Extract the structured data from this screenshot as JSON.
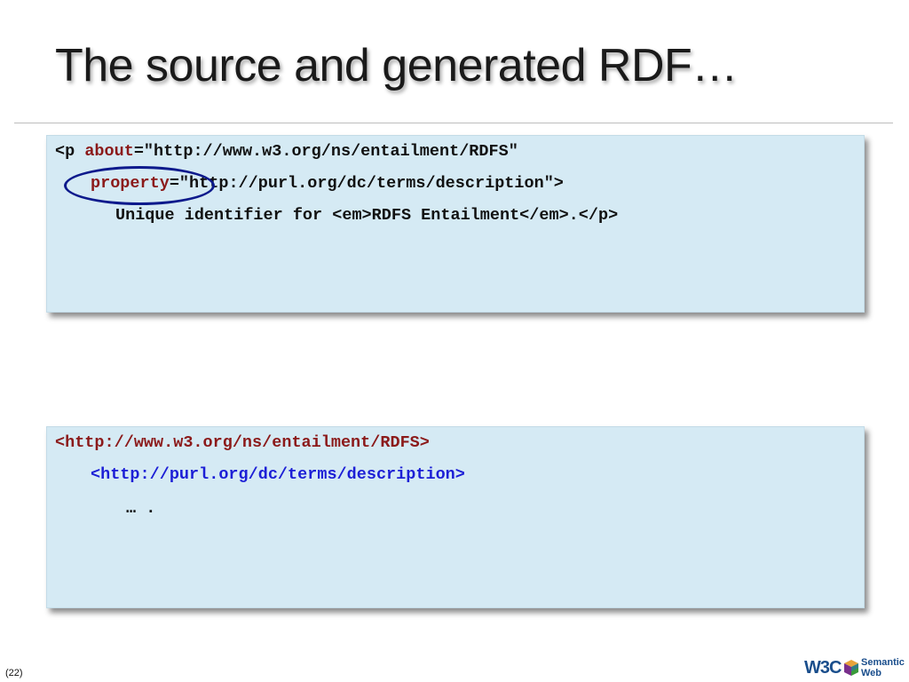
{
  "slide": {
    "title": "The source and generated RDF…",
    "page_number": "(22)"
  },
  "source_box": {
    "line1_prefix": "<p ",
    "line1_attr": "about",
    "line1_value": "=\"http://www.w3.org/ns/entailment/RDFS\"",
    "line2_attr": "property",
    "line2_value": "=\"http://purl.org/dc/terms/description\">",
    "line3": "Unique identifier for <em>RDFS Entailment</em>.</p>"
  },
  "rdf_box": {
    "subject": "<http://www.w3.org/ns/entailment/RDFS>",
    "predicate": "<http://purl.org/dc/terms/description>",
    "object": "… ."
  },
  "logo": {
    "w3c": "W3C",
    "line1": "Semantic",
    "line2": "Web"
  },
  "colors": {
    "box_background": "#d5eaf4",
    "attribute": "#8b1a1a",
    "predicate": "#1c1fd6",
    "ellipse": "#0d1a8c"
  }
}
